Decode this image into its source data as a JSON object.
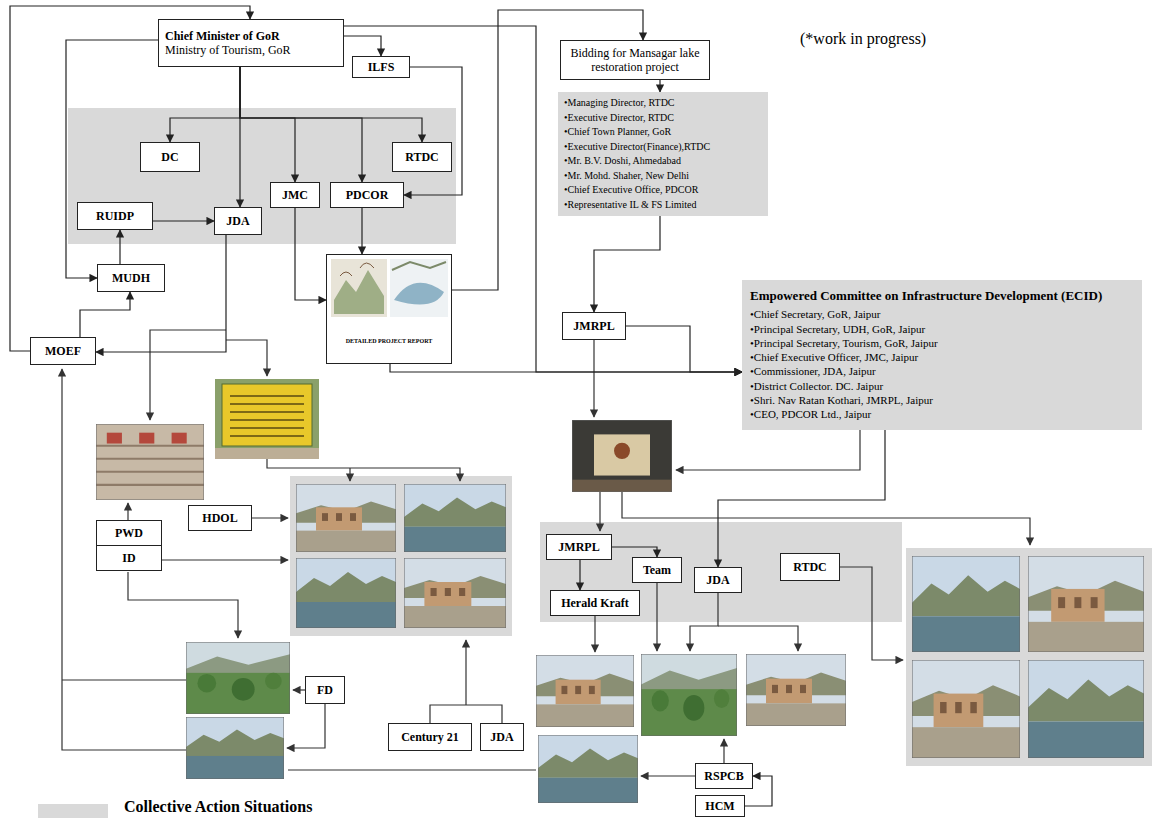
{
  "diagram": {
    "nodes": [
      {
        "text": [
          "Chief Minister of GoR",
          "Ministry of Tourism, GoR"
        ]
      },
      {
        "text": [
          "ILFS"
        ]
      },
      {
        "text": [
          "Bidding for Mansagar lake restoration project"
        ]
      },
      {
        "text": [
          "•Managing Director, RTDC",
          "•Executive Director, RTDC",
          "•Chief Town Planner, GoR",
          "•Executive Director(Finance),RTDC",
          "•Mr. B.V. Doshi, Ahmedabad",
          "•Mr. Mohd. Shaher, New Delhi",
          "•Chief Executive Office, PDCOR",
          "•Representative IL & FS Limited"
        ]
      },
      {
        "text": [
          "DC"
        ]
      },
      {
        "text": [
          "RTDC"
        ]
      },
      {
        "text": [
          "JMC"
        ]
      },
      {
        "text": [
          "PDCOR"
        ]
      },
      {
        "text": [
          "RUIDP"
        ]
      },
      {
        "text": [
          "JDA"
        ]
      },
      {
        "text": [
          "MUDH"
        ]
      },
      {
        "text": [
          "MOEF"
        ]
      },
      {
        "text": [
          "DETAILED PROJECT REPORT"
        ]
      },
      {
        "text": [
          "JMRPL"
        ]
      },
      {
        "text": [
          "Empowered Committee on Infrastructure Development (ECID)",
          "•Chief Secretary, GoR, Jaipur",
          "•Principal Secretary, UDH, GoR, Jaipur",
          "•Principal Secretary, Tourism, GoR, Jaipur",
          "•Chief Executive Officer, JMC, Jaipur",
          "•Commissioner, JDA, Jaipur",
          "•District Collector. DC. Jaipur",
          "•Shri. Nav Ratan Kothari, JMRPL, Jaipur",
          "•CEO, PDCOR Ltd., Jaipur"
        ]
      },
      {
        "text": [
          "JMRPL"
        ]
      },
      {
        "text": [
          "Team"
        ]
      },
      {
        "text": [
          "Herald Kraft"
        ]
      },
      {
        "text": [
          "JDA"
        ]
      },
      {
        "text": [
          "RTDC"
        ]
      },
      {
        "text": [
          "HDOL"
        ]
      },
      {
        "text": [
          "PWD"
        ]
      },
      {
        "text": [
          "ID"
        ]
      },
      {
        "text": [
          "FD"
        ]
      },
      {
        "text": [
          "Century 21"
        ]
      },
      {
        "text": [
          "JDA"
        ]
      },
      {
        "text": [
          "RSPCB"
        ]
      },
      {
        "text": [
          "HCM"
        ]
      }
    ],
    "edges": [
      {
        "from": 0,
        "to": 1,
        "arrow": "to"
      },
      {
        "from": 0,
        "to": 4,
        "arrow": "to"
      },
      {
        "from": 0,
        "to": 6,
        "arrow": "to"
      },
      {
        "from": 0,
        "to": 7,
        "arrow": "to"
      },
      {
        "from": 0,
        "to": 5,
        "arrow": "to"
      },
      {
        "from": 0,
        "to": 9,
        "arrow": "to"
      },
      {
        "from": 1,
        "to": 7,
        "arrow": "to"
      },
      {
        "from": 0,
        "to": 10,
        "arrow": "to"
      },
      {
        "from": 10,
        "to": 8,
        "arrow": "to"
      },
      {
        "from": 8,
        "to": 9,
        "arrow": "to"
      },
      {
        "from": 11,
        "to": 10,
        "arrow": "to"
      },
      {
        "from": 11,
        "to": 0,
        "arrow": "to"
      },
      {
        "from": 9,
        "to": 11,
        "arrow": "to"
      },
      {
        "from": 6,
        "to": 12,
        "arrow": "to"
      },
      {
        "from": 7,
        "to": 12,
        "arrow": "to"
      },
      {
        "from": 12,
        "to": 2,
        "arrow": "to"
      },
      {
        "from": 2,
        "to": 3,
        "arrow": "to"
      },
      {
        "from": 3,
        "to": 13,
        "arrow": "to"
      },
      {
        "from": 0,
        "to": 14,
        "arrow": "to"
      },
      {
        "from": 12,
        "to": 14,
        "arrow": "to"
      },
      {
        "from": 13,
        "to": 14,
        "arrow": "to"
      },
      {
        "from": 14,
        "to": 18,
        "arrow": "to"
      },
      {
        "from": 15,
        "to": 16,
        "arrow": "to"
      },
      {
        "from": 15,
        "to": 17,
        "arrow": "to"
      },
      {
        "from": 27,
        "to": 26,
        "arrow": "to"
      }
    ],
    "labels": [
      "(*work in progress)"
    ],
    "legend": [
      {
        "text": "Collective Action Situations",
        "color": "#d9d9d9"
      }
    ]
  }
}
